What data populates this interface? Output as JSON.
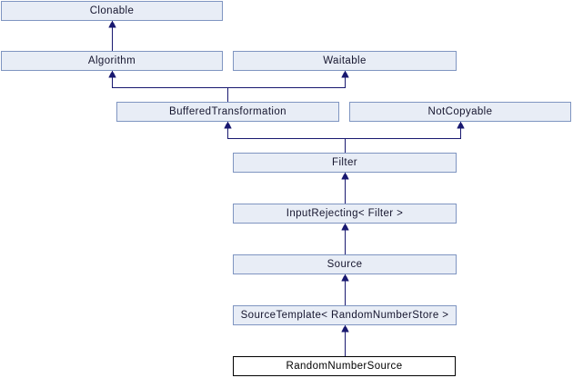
{
  "diagram": {
    "nodes": [
      {
        "label": "Clonable"
      },
      {
        "label": "Algorithm"
      },
      {
        "label": "Waitable"
      },
      {
        "label": "BufferedTransformation"
      },
      {
        "label": "NotCopyable"
      },
      {
        "label": "Filter"
      },
      {
        "label": "InputRejecting< Filter >"
      },
      {
        "label": "Source"
      },
      {
        "label": "SourceTemplate< RandomNumberStore >"
      },
      {
        "label": "RandomNumberSource",
        "current": true
      }
    ],
    "edges": [
      {
        "from": "Algorithm",
        "to": "Clonable"
      },
      {
        "from": "BufferedTransformation",
        "to": "Algorithm"
      },
      {
        "from": "BufferedTransformation",
        "to": "Waitable"
      },
      {
        "from": "Filter",
        "to": "BufferedTransformation"
      },
      {
        "from": "Filter",
        "to": "NotCopyable"
      },
      {
        "from": "InputRejecting< Filter >",
        "to": "Filter"
      },
      {
        "from": "Source",
        "to": "InputRejecting< Filter >"
      },
      {
        "from": "SourceTemplate< RandomNumberStore >",
        "to": "Source"
      },
      {
        "from": "RandomNumberSource",
        "to": "SourceTemplate< RandomNumberStore >"
      }
    ],
    "colors": {
      "background": "#ffffff",
      "node_fill": "#e8edf6",
      "node_border": "#7f95c1",
      "node_text": "#15152e",
      "current_fill": "#ffffff",
      "current_border": "#000000",
      "current_text": "#000000",
      "edge": "#191970"
    }
  }
}
